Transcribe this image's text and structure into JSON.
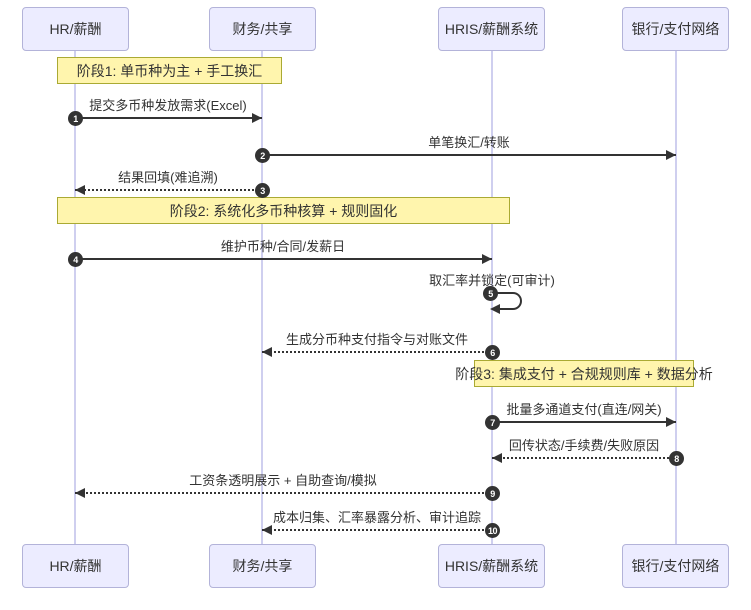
{
  "diagram": {
    "type": "sequence",
    "actors": [
      {
        "id": "hr",
        "label": "HR/薪酬"
      },
      {
        "id": "finance",
        "label": "财务/共享"
      },
      {
        "id": "hris",
        "label": "HRIS/薪酬系统"
      },
      {
        "id": "bank",
        "label": "银行/支付网络"
      }
    ],
    "phases": [
      {
        "label": "阶段1: 单币种为主 + 手工换汇",
        "over": [
          "HR/薪酬",
          "财务/共享"
        ]
      },
      {
        "label": "阶段2: 系统化多币种核算 + 规则固化",
        "over": [
          "HR/薪酬",
          "财务/共享",
          "HRIS/薪酬系统"
        ]
      },
      {
        "label": "阶段3: 集成支付 + 合规规则库 + 数据分析",
        "over": [
          "HRIS/薪酬系统",
          "银行/支付网络"
        ]
      }
    ],
    "messages": [
      {
        "num": "1",
        "text": "提交多币种发放需求(Excel)",
        "from": "HR/薪酬",
        "to": "财务/共享",
        "line": "solid"
      },
      {
        "num": "2",
        "text": "单笔换汇/转账",
        "from": "财务/共享",
        "to": "银行/支付网络",
        "line": "solid"
      },
      {
        "num": "3",
        "text": "结果回填(难追溯)",
        "from": "财务/共享",
        "to": "HR/薪酬",
        "line": "dotted"
      },
      {
        "num": "4",
        "text": "维护币种/合同/发薪日",
        "from": "HR/薪酬",
        "to": "HRIS/薪酬系统",
        "line": "solid"
      },
      {
        "num": "5",
        "text": "取汇率并锁定(可审计)",
        "from": "HRIS/薪酬系统",
        "to": "HRIS/薪酬系统",
        "line": "self-loop"
      },
      {
        "num": "6",
        "text": "生成分币种支付指令与对账文件",
        "from": "HRIS/薪酬系统",
        "to": "财务/共享",
        "line": "dotted"
      },
      {
        "num": "7",
        "text": "批量多通道支付(直连/网关)",
        "from": "HRIS/薪酬系统",
        "to": "银行/支付网络",
        "line": "solid"
      },
      {
        "num": "8",
        "text": "回传状态/手续费/失败原因",
        "from": "银行/支付网络",
        "to": "HRIS/薪酬系统",
        "line": "dotted"
      },
      {
        "num": "9",
        "text": "工资条透明展示 + 自助查询/模拟",
        "from": "HRIS/薪酬系统",
        "to": "HR/薪酬",
        "line": "dotted"
      },
      {
        "num": "10",
        "text": "成本归集、汇率暴露分析、审计追踪",
        "from": "HRIS/薪酬系统",
        "to": "财务/共享",
        "line": "dotted"
      }
    ],
    "colors": {
      "actor_fill": "#ECECFF",
      "actor_border": "#b3b3d9",
      "note_fill": "#fff5ad",
      "note_border": "#aaaa33",
      "lifeline": "#cfcfef",
      "message_line": "#333333",
      "number_badge_bg": "#333333",
      "number_badge_text": "#ffffff"
    }
  }
}
